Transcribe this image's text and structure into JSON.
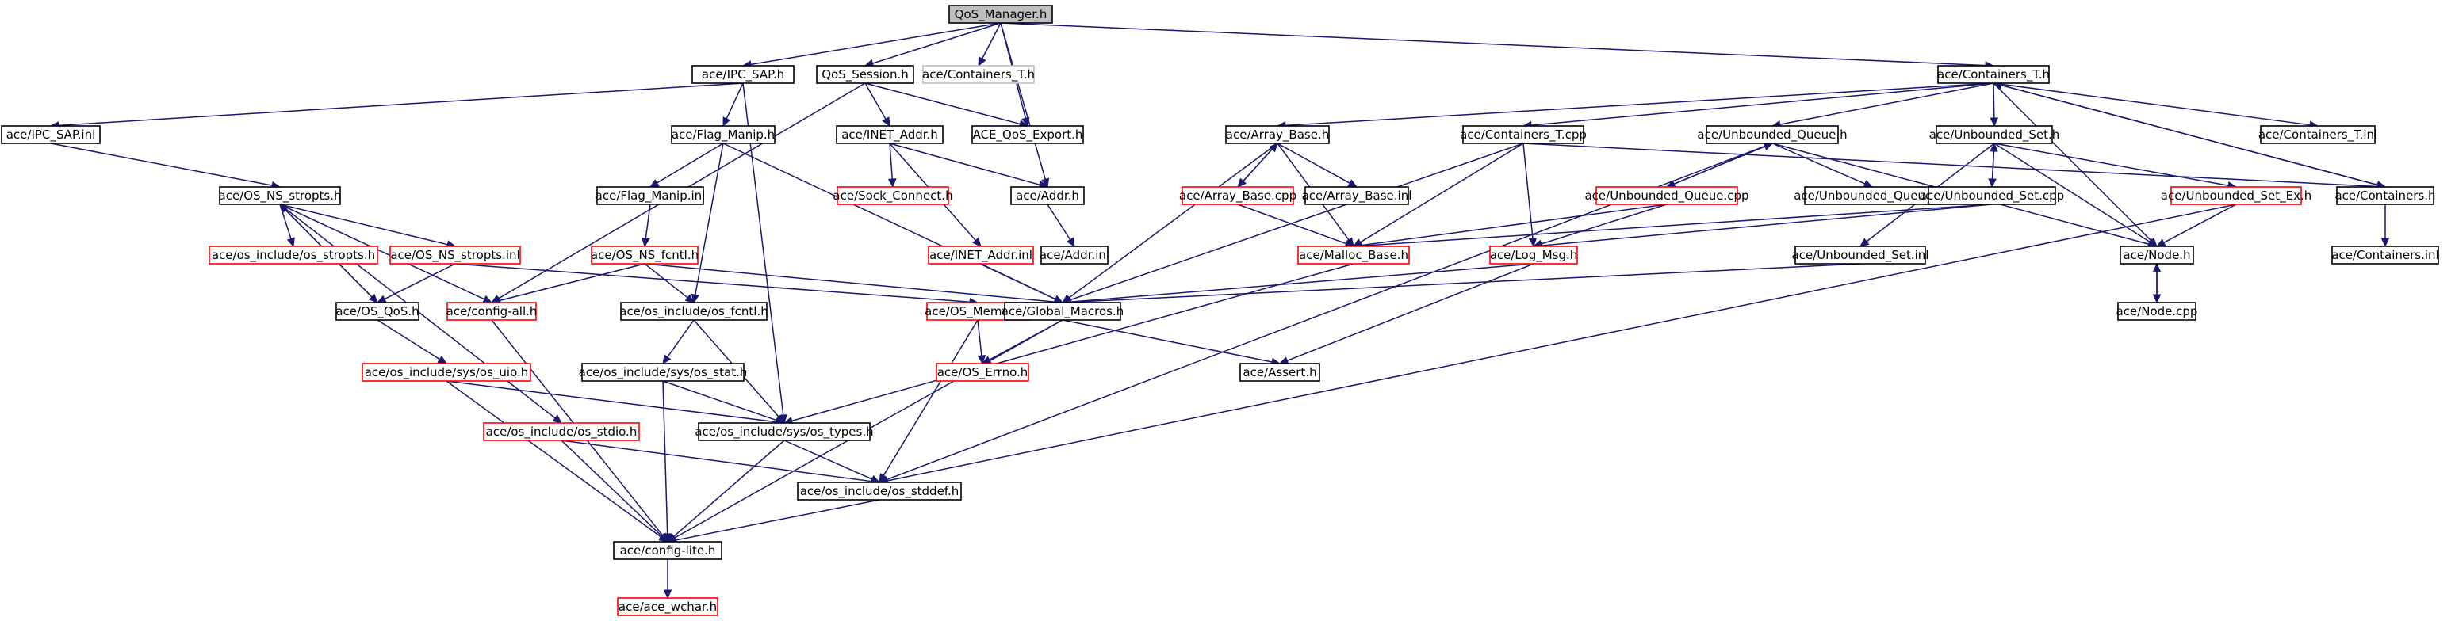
{
  "graph": {
    "colors": {
      "root_fill": "#bfbfbf",
      "normal_border": "#000000",
      "missing_border": "#ff0000",
      "ghost_border": "#bfbfbf",
      "edge": "#191970"
    },
    "nodes": [
      {
        "id": "qos_manager",
        "label": "QoS_Manager.h",
        "style": "root"
      },
      {
        "id": "ipc_sap_h",
        "label": "ace/IPC_SAP.h",
        "style": "normal"
      },
      {
        "id": "qos_session",
        "label": "QoS_Session.h",
        "style": "normal"
      },
      {
        "id": "containers_t_h_ghost",
        "label": "ace/Containers_T.h",
        "style": "ghost"
      },
      {
        "id": "containers_t_h",
        "label": "ace/Containers_T.h",
        "style": "normal"
      },
      {
        "id": "ipc_sap_inl",
        "label": "ace/IPC_SAP.inl",
        "style": "normal"
      },
      {
        "id": "flag_manip_h",
        "label": "ace/Flag_Manip.h",
        "style": "normal"
      },
      {
        "id": "inet_addr_h",
        "label": "ace/INET_Addr.h",
        "style": "normal"
      },
      {
        "id": "qos_export",
        "label": "ACE_QoS_Export.h",
        "style": "normal"
      },
      {
        "id": "array_base_h",
        "label": "ace/Array_Base.h",
        "style": "normal"
      },
      {
        "id": "containers_t_cpp",
        "label": "ace/Containers_T.cpp",
        "style": "normal"
      },
      {
        "id": "unbounded_queue_h",
        "label": "ace/Unbounded_Queue.h",
        "style": "normal"
      },
      {
        "id": "unbounded_set_h",
        "label": "ace/Unbounded_Set.h",
        "style": "normal"
      },
      {
        "id": "containers_t_inl",
        "label": "ace/Containers_T.inl",
        "style": "normal"
      },
      {
        "id": "os_ns_stropts_h",
        "label": "ace/OS_NS_stropts.h",
        "style": "normal"
      },
      {
        "id": "flag_manip_inl",
        "label": "ace/Flag_Manip.inl",
        "style": "normal"
      },
      {
        "id": "sock_connect",
        "label": "ace/Sock_Connect.h",
        "style": "missing"
      },
      {
        "id": "addr_h",
        "label": "ace/Addr.h",
        "style": "normal"
      },
      {
        "id": "array_base_cpp",
        "label": "ace/Array_Base.cpp",
        "style": "missing"
      },
      {
        "id": "array_base_inl",
        "label": "ace/Array_Base.inl",
        "style": "normal"
      },
      {
        "id": "unbounded_queue_cpp",
        "label": "ace/Unbounded_Queue.cpp",
        "style": "missing"
      },
      {
        "id": "unbounded_queue_inl",
        "label": "ace/Unbounded_Queue.inl",
        "style": "normal"
      },
      {
        "id": "unbounded_set_cpp",
        "label": "ace/Unbounded_Set.cpp",
        "style": "normal"
      },
      {
        "id": "unbounded_set_ex_h",
        "label": "ace/Unbounded_Set_Ex.h",
        "style": "missing"
      },
      {
        "id": "containers_h",
        "label": "ace/Containers.h",
        "style": "normal"
      },
      {
        "id": "os_include_os_stropts",
        "label": "ace/os_include/os_stropts.h",
        "style": "missing"
      },
      {
        "id": "os_ns_strops_inl",
        "label": "ace/OS_NS_stropts.inl",
        "style": "missing"
      },
      {
        "id": "os_ns_fcntl_h",
        "label": "ace/OS_NS_fcntl.h",
        "style": "missing"
      },
      {
        "id": "inet_addr_inl",
        "label": "ace/INET_Addr.inl",
        "style": "missing"
      },
      {
        "id": "addr_inl",
        "label": "ace/Addr.inl",
        "style": "normal"
      },
      {
        "id": "malloc_base",
        "label": "ace/Malloc_Base.h",
        "style": "missing"
      },
      {
        "id": "log_msg",
        "label": "ace/Log_Msg.h",
        "style": "missing"
      },
      {
        "id": "unbounded_set_inl",
        "label": "ace/Unbounded_Set.inl",
        "style": "normal"
      },
      {
        "id": "node_h",
        "label": "ace/Node.h",
        "style": "normal"
      },
      {
        "id": "containers_inl",
        "label": "ace/Containers.inl",
        "style": "normal"
      },
      {
        "id": "os_qos_h",
        "label": "ace/OS_QoS.h",
        "style": "normal"
      },
      {
        "id": "config_all",
        "label": "ace/config-all.h",
        "style": "missing"
      },
      {
        "id": "os_fcntl_h",
        "label": "ace/os_include/os_fcntl.h",
        "style": "normal"
      },
      {
        "id": "os_memory",
        "label": "ace/OS_Memory.h",
        "style": "missing"
      },
      {
        "id": "global_macros",
        "label": "ace/Global_Macros.h",
        "style": "normal"
      },
      {
        "id": "node_cpp",
        "label": "ace/Node.cpp",
        "style": "normal"
      },
      {
        "id": "os_errno",
        "label": "ace/OS_Errno.h",
        "style": "missing"
      },
      {
        "id": "sys_os_uio",
        "label": "ace/os_include/sys/os_uio.h",
        "style": "missing"
      },
      {
        "id": "sys_os_stat",
        "label": "ace/os_include/sys/os_stat.h",
        "style": "normal"
      },
      {
        "id": "assert_h",
        "label": "ace/Assert.h",
        "style": "normal"
      },
      {
        "id": "os_stdio",
        "label": "ace/os_include/os_stdio.h",
        "style": "missing"
      },
      {
        "id": "sys_os_types",
        "label": "ace/os_include/sys/os_types.h",
        "style": "normal"
      },
      {
        "id": "os_stddef",
        "label": "ace/os_include/os_stddef.h",
        "style": "normal"
      },
      {
        "id": "config_lite",
        "label": "ace/config-lite.h",
        "style": "normal"
      },
      {
        "id": "ace_wchar",
        "label": "ace/ace_wchar.h",
        "style": "missing"
      }
    ],
    "edges": [
      [
        "qos_manager",
        "ipc_sap_h"
      ],
      [
        "qos_manager",
        "qos_session"
      ],
      [
        "qos_manager",
        "containers_t_h_ghost"
      ],
      [
        "qos_manager",
        "containers_t_h"
      ],
      [
        "qos_manager",
        "qos_export"
      ],
      [
        "qos_manager",
        "addr_h"
      ],
      [
        "ipc_sap_h",
        "ipc_sap_inl"
      ],
      [
        "ipc_sap_h",
        "flag_manip_h"
      ],
      [
        "ipc_sap_h",
        "sys_os_types"
      ],
      [
        "qos_session",
        "inet_addr_h"
      ],
      [
        "qos_session",
        "qos_export"
      ],
      [
        "qos_session",
        "config_all"
      ],
      [
        "containers_t_h",
        "array_base_h"
      ],
      [
        "containers_t_h",
        "containers_t_cpp"
      ],
      [
        "containers_t_h",
        "unbounded_queue_h"
      ],
      [
        "containers_t_h",
        "unbounded_set_h"
      ],
      [
        "containers_t_h",
        "containers_t_inl"
      ],
      [
        "containers_t_h",
        "containers_h"
      ],
      [
        "containers_t_h",
        "node_h"
      ],
      [
        "ipc_sap_inl",
        "os_ns_stropts_h"
      ],
      [
        "flag_manip_h",
        "flag_manip_inl"
      ],
      [
        "flag_manip_h",
        "os_fcntl_h"
      ],
      [
        "flag_manip_h",
        "global_macros"
      ],
      [
        "inet_addr_h",
        "sock_connect"
      ],
      [
        "inet_addr_h",
        "addr_h"
      ],
      [
        "inet_addr_h",
        "inet_addr_inl"
      ],
      [
        "addr_h",
        "addr_inl"
      ],
      [
        "array_base_h",
        "array_base_cpp"
      ],
      [
        "array_base_h",
        "array_base_inl"
      ],
      [
        "array_base_h",
        "malloc_base"
      ],
      [
        "array_base_h",
        "global_macros"
      ],
      [
        "array_base_cpp",
        "array_base_h"
      ],
      [
        "array_base_cpp",
        "malloc_base"
      ],
      [
        "containers_t_cpp",
        "malloc_base"
      ],
      [
        "containers_t_cpp",
        "log_msg"
      ],
      [
        "containers_t_cpp",
        "global_macros"
      ],
      [
        "containers_t_cpp",
        "containers_h"
      ],
      [
        "unbounded_queue_h",
        "unbounded_queue_cpp"
      ],
      [
        "unbounded_queue_h",
        "unbounded_queue_inl"
      ],
      [
        "unbounded_queue_h",
        "node_h"
      ],
      [
        "unbounded_queue_h",
        "os_stddef"
      ],
      [
        "unbounded_queue_cpp",
        "unbounded_queue_h"
      ],
      [
        "unbounded_queue_cpp",
        "malloc_base"
      ],
      [
        "unbounded_queue_cpp",
        "log_msg"
      ],
      [
        "unbounded_set_h",
        "unbounded_set_cpp"
      ],
      [
        "unbounded_set_h",
        "unbounded_set_ex_h"
      ],
      [
        "unbounded_set_h",
        "unbounded_set_inl"
      ],
      [
        "unbounded_set_h",
        "node_h"
      ],
      [
        "unbounded_set_cpp",
        "unbounded_set_h"
      ],
      [
        "unbounded_set_cpp",
        "malloc_base"
      ],
      [
        "unbounded_set_cpp",
        "log_msg"
      ],
      [
        "unbounded_set_ex_h",
        "node_h"
      ],
      [
        "unbounded_set_ex_h",
        "os_stddef"
      ],
      [
        "containers_h",
        "containers_t_h"
      ],
      [
        "containers_h",
        "containers_inl"
      ],
      [
        "os_ns_stropts_h",
        "os_include_os_stropts"
      ],
      [
        "os_ns_stropts_h",
        "os_ns_strops_inl"
      ],
      [
        "os_ns_stropts_h",
        "os_qos_h"
      ],
      [
        "os_ns_stropts_h",
        "config_all"
      ],
      [
        "os_ns_stropts_h",
        "os_stdio"
      ],
      [
        "os_ns_strops_inl",
        "os_qos_h"
      ],
      [
        "os_ns_strops_inl",
        "os_memory"
      ],
      [
        "flag_manip_inl",
        "os_ns_fcntl_h"
      ],
      [
        "os_ns_fcntl_h",
        "os_fcntl_h"
      ],
      [
        "os_ns_fcntl_h",
        "config_all"
      ],
      [
        "os_ns_fcntl_h",
        "global_macros"
      ],
      [
        "inet_addr_inl",
        "global_macros"
      ],
      [
        "malloc_base",
        "sys_os_types"
      ],
      [
        "log_msg",
        "global_macros"
      ],
      [
        "log_msg",
        "assert_h"
      ],
      [
        "unbounded_set_inl",
        "global_macros"
      ],
      [
        "node_h",
        "node_cpp"
      ],
      [
        "node_cpp",
        "node_h"
      ],
      [
        "os_qos_h",
        "os_ns_stropts_h"
      ],
      [
        "os_qos_h",
        "sys_os_uio"
      ],
      [
        "config_all",
        "config_lite"
      ],
      [
        "os_fcntl_h",
        "sys_os_stat"
      ],
      [
        "os_fcntl_h",
        "sys_os_types"
      ],
      [
        "os_memory",
        "os_errno"
      ],
      [
        "os_memory",
        "os_stddef"
      ],
      [
        "global_macros",
        "os_errno"
      ],
      [
        "global_macros",
        "assert_h"
      ],
      [
        "global_macros",
        "config_lite"
      ],
      [
        "sys_os_uio",
        "sys_os_types"
      ],
      [
        "sys_os_uio",
        "config_lite"
      ],
      [
        "sys_os_stat",
        "sys_os_types"
      ],
      [
        "sys_os_stat",
        "config_lite"
      ],
      [
        "os_stdio",
        "os_stddef"
      ],
      [
        "os_stdio",
        "config_lite"
      ],
      [
        "sys_os_types",
        "os_stddef"
      ],
      [
        "sys_os_types",
        "config_lite"
      ],
      [
        "os_stddef",
        "config_lite"
      ],
      [
        "config_lite",
        "ace_wchar"
      ]
    ]
  }
}
